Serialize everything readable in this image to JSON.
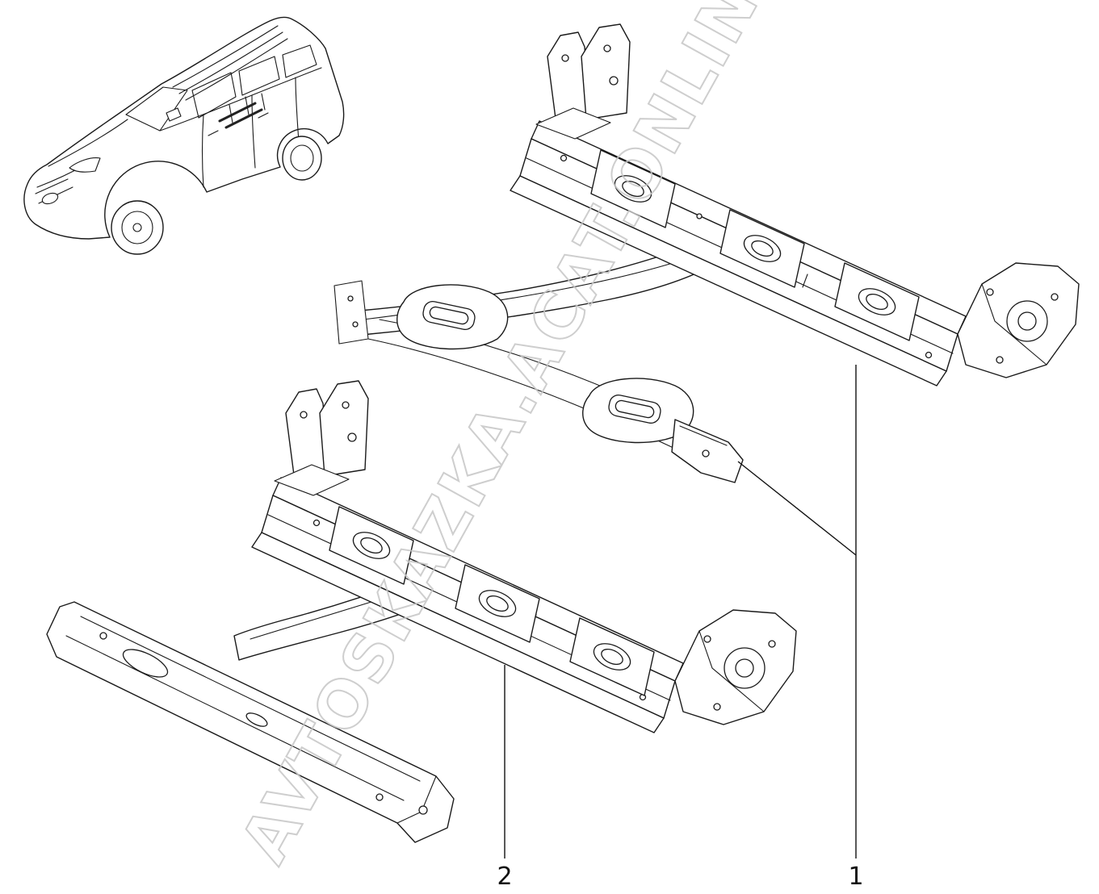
{
  "canvas": {
    "background": "#ffffff",
    "line_color": "#1a1a1a"
  },
  "watermark": {
    "text": "AVTOSKAZKA.ACAT.ONLINE",
    "color": "#c6c6c6"
  },
  "drawings": {
    "vehicle_icon": "vehicle-three-quarter-view-drawing",
    "part1_icon": "floor-crossmember-assembly-drawing",
    "part2_icon": "floor-crossmember-assembly-drawing"
  },
  "callouts": [
    {
      "label": "1"
    },
    {
      "label": "2"
    }
  ]
}
